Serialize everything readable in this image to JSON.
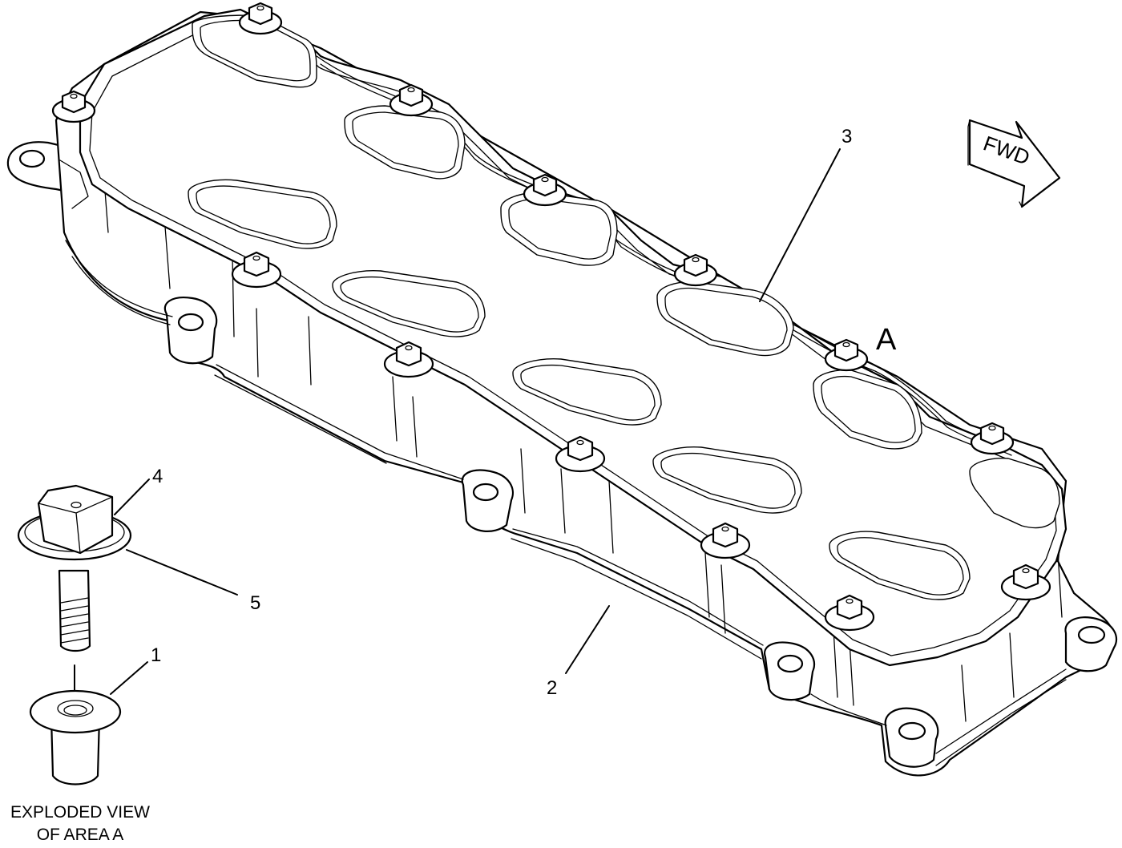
{
  "callouts": {
    "c1": "1",
    "c2": "2",
    "c3": "3",
    "c4": "4",
    "c5": "5",
    "area": "A"
  },
  "fwd_label": "FWD",
  "caption": {
    "line1": "EXPLODED VIEW",
    "line2": "OF AREA  A"
  },
  "colors": {
    "line": "#000000",
    "background": "#ffffff"
  }
}
